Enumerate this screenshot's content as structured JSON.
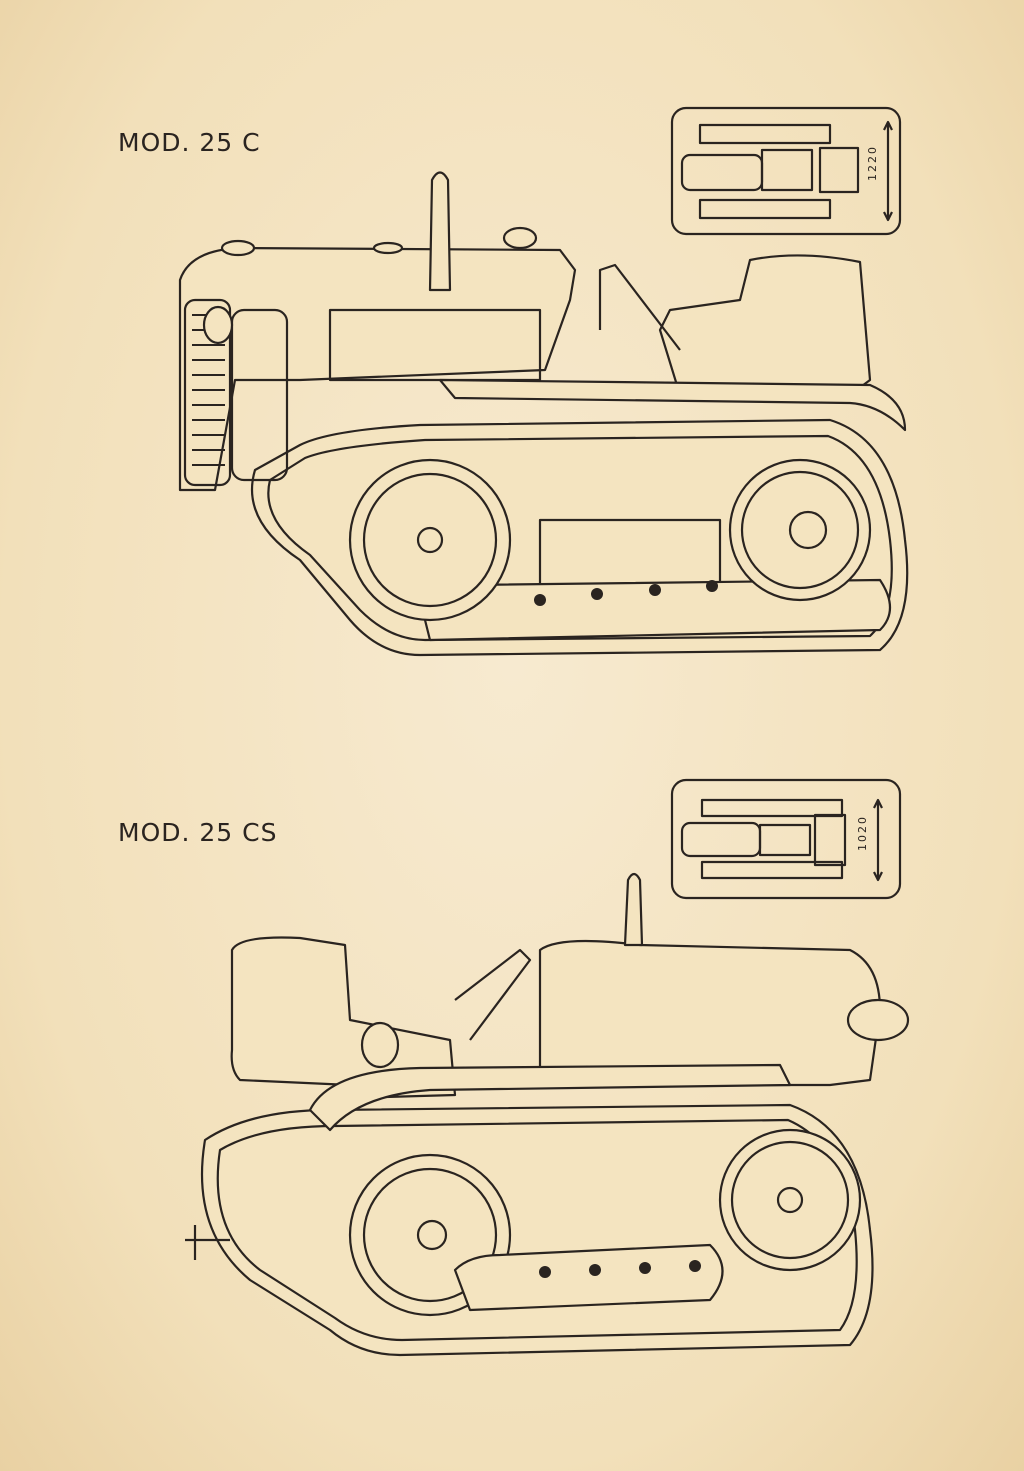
{
  "models": [
    {
      "label": "MOD. 25 C",
      "track_width": "1220"
    },
    {
      "label": "MOD. 25 CS",
      "track_width": "1020"
    }
  ]
}
